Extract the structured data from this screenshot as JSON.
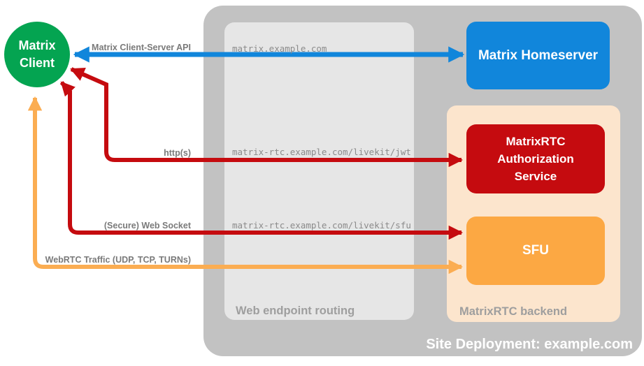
{
  "nodes": {
    "client": "Matrix\nClient",
    "homeserver": "Matrix Homeserver",
    "auth_service": "MatrixRTC\nAuthorization\nService",
    "sfu": "SFU"
  },
  "containers": {
    "site_label": "Site Deployment: example.com",
    "routing_label": "Web endpoint routing",
    "backend_label": "MatrixRTC backend"
  },
  "endpoints": [
    "matrix.example.com",
    "matrix-rtc.example.com/livekit/jwt",
    "matrix-rtc.example.com/livekit/sfu"
  ],
  "arrows": [
    {
      "label": "Matrix Client-Server API",
      "color": "#1186DB",
      "from": "Matrix Client",
      "to": "Matrix Homeserver",
      "bidirectional": true
    },
    {
      "label": "http(s)",
      "color": "#C50B0F",
      "from": "Matrix Client",
      "to": "MatrixRTC Authorization Service",
      "bidirectional": true
    },
    {
      "label": "(Secure) Web Socket",
      "color": "#C50B0F",
      "from": "Matrix Client",
      "to": "SFU",
      "bidirectional": true
    },
    {
      "label": "WebRTC Traffic (UDP, TCP, TURNs)",
      "color": "#FBAD52",
      "from": "Matrix Client",
      "to": "SFU",
      "bidirectional": true
    }
  ],
  "colors": {
    "client_green": "#04A451",
    "homeserver_blue": "#1186DB",
    "auth_red": "#C50B0F",
    "sfu_orange": "#FCA843",
    "backend_peach": "#FCE5CD",
    "site_gray": "#C2C2C2",
    "routing_gray": "#E6E6E6",
    "label_gray": "#7A7A7A",
    "mono_gray": "#8B8B8B"
  }
}
